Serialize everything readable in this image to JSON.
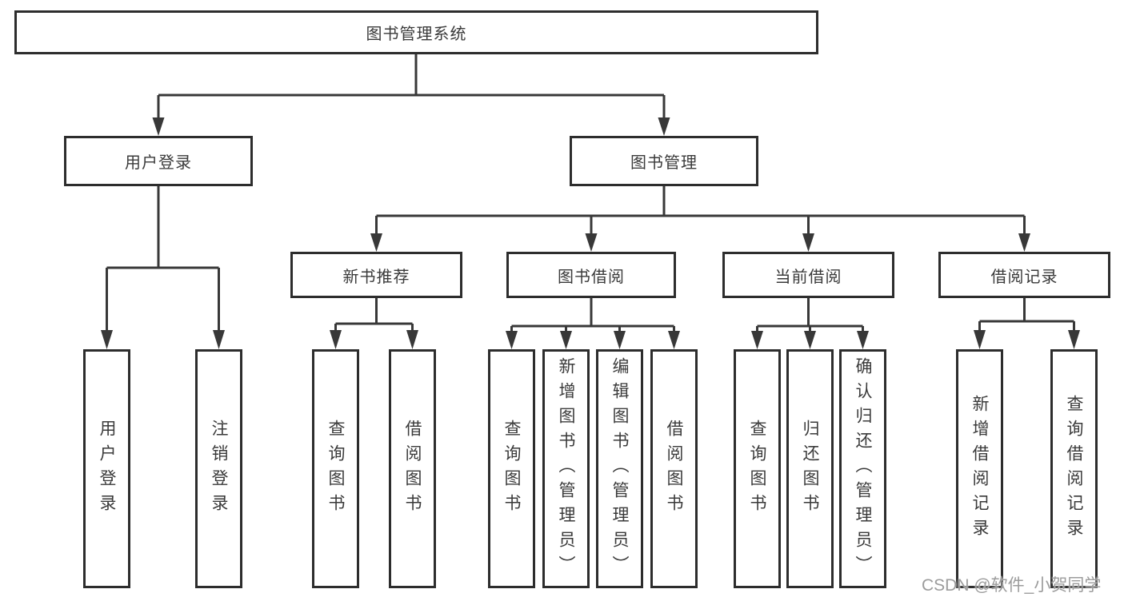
{
  "tree": {
    "root": "图书管理系统",
    "branches": [
      {
        "label": "用户登录",
        "leaves": [
          "用户登录",
          "注销登录"
        ]
      },
      {
        "label": "图书管理",
        "groups": [
          {
            "label": "新书推荐",
            "leaves": [
              "查询图书",
              "借阅图书"
            ]
          },
          {
            "label": "图书借阅",
            "leaves": [
              "查询图书",
              "新增图书（管理员）",
              "编辑图书（管理员）",
              "借阅图书"
            ]
          },
          {
            "label": "当前借阅",
            "leaves": [
              "查询图书",
              "归还图书",
              "确认归还（管理员）"
            ]
          },
          {
            "label": "借阅记录",
            "leaves": [
              "新增借阅记录",
              "查询借阅记录"
            ]
          }
        ]
      }
    ]
  },
  "watermark": "CSDN @软件_小贺同学",
  "colors": {
    "line": "#383838",
    "box_border": "#2d2d2d",
    "text": "#3a3a3a",
    "watermark": "#9c9c9c",
    "background": "#ffffff"
  }
}
